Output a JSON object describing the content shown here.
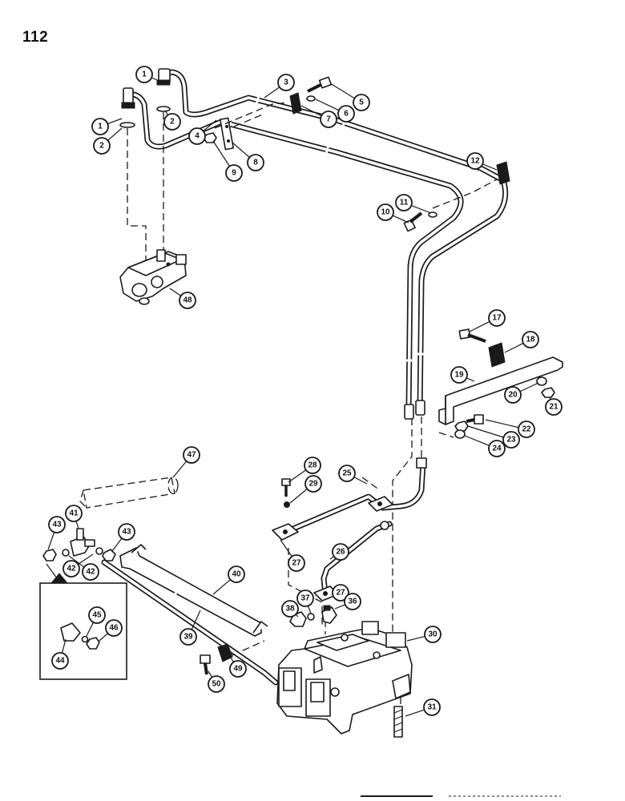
{
  "page_number": "112",
  "callouts": [
    "1",
    "1",
    "2",
    "2",
    "3",
    "4",
    "5",
    "6",
    "7",
    "8",
    "9",
    "10",
    "11",
    "12",
    "17",
    "18",
    "19",
    "20",
    "21",
    "22",
    "23",
    "24",
    "25",
    "26",
    "27",
    "27",
    "28",
    "29",
    "30",
    "31",
    "36",
    "37",
    "38",
    "39",
    "40",
    "41",
    "42",
    "42",
    "43",
    "43",
    "44",
    "45",
    "46",
    "47",
    "48",
    "49",
    "50"
  ]
}
